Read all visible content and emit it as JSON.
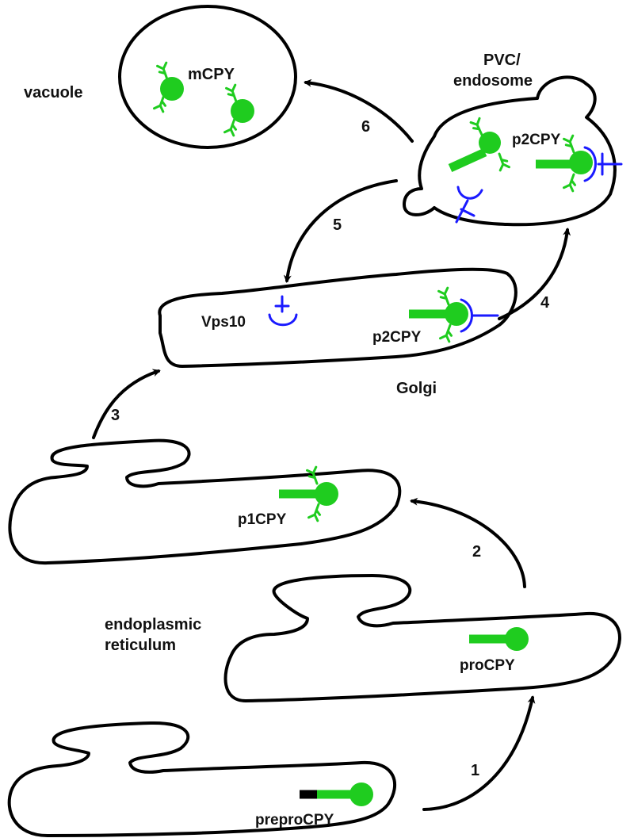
{
  "labels": {
    "vacuole": "vacuole",
    "mcpy": "mCPY",
    "pvc_line1": "PVC/",
    "pvc_line2": "endosome",
    "p2cpy_endosome": "p2CPY",
    "vps10": "Vps10",
    "p2cpy_golgi": "p2CPY",
    "golgi": "Golgi",
    "p1cpy": "p1CPY",
    "er_line1": "endoplasmic",
    "er_line2": "reticulum",
    "procpy": "proCPY",
    "preprocpy": "preproCPY"
  },
  "steps": [
    "1",
    "2",
    "3",
    "4",
    "5",
    "6"
  ],
  "colors": {
    "protein": "#1fcc1f",
    "receptor": "#1a1aff",
    "signal_peptide": "#000000",
    "outline": "#000000"
  }
}
